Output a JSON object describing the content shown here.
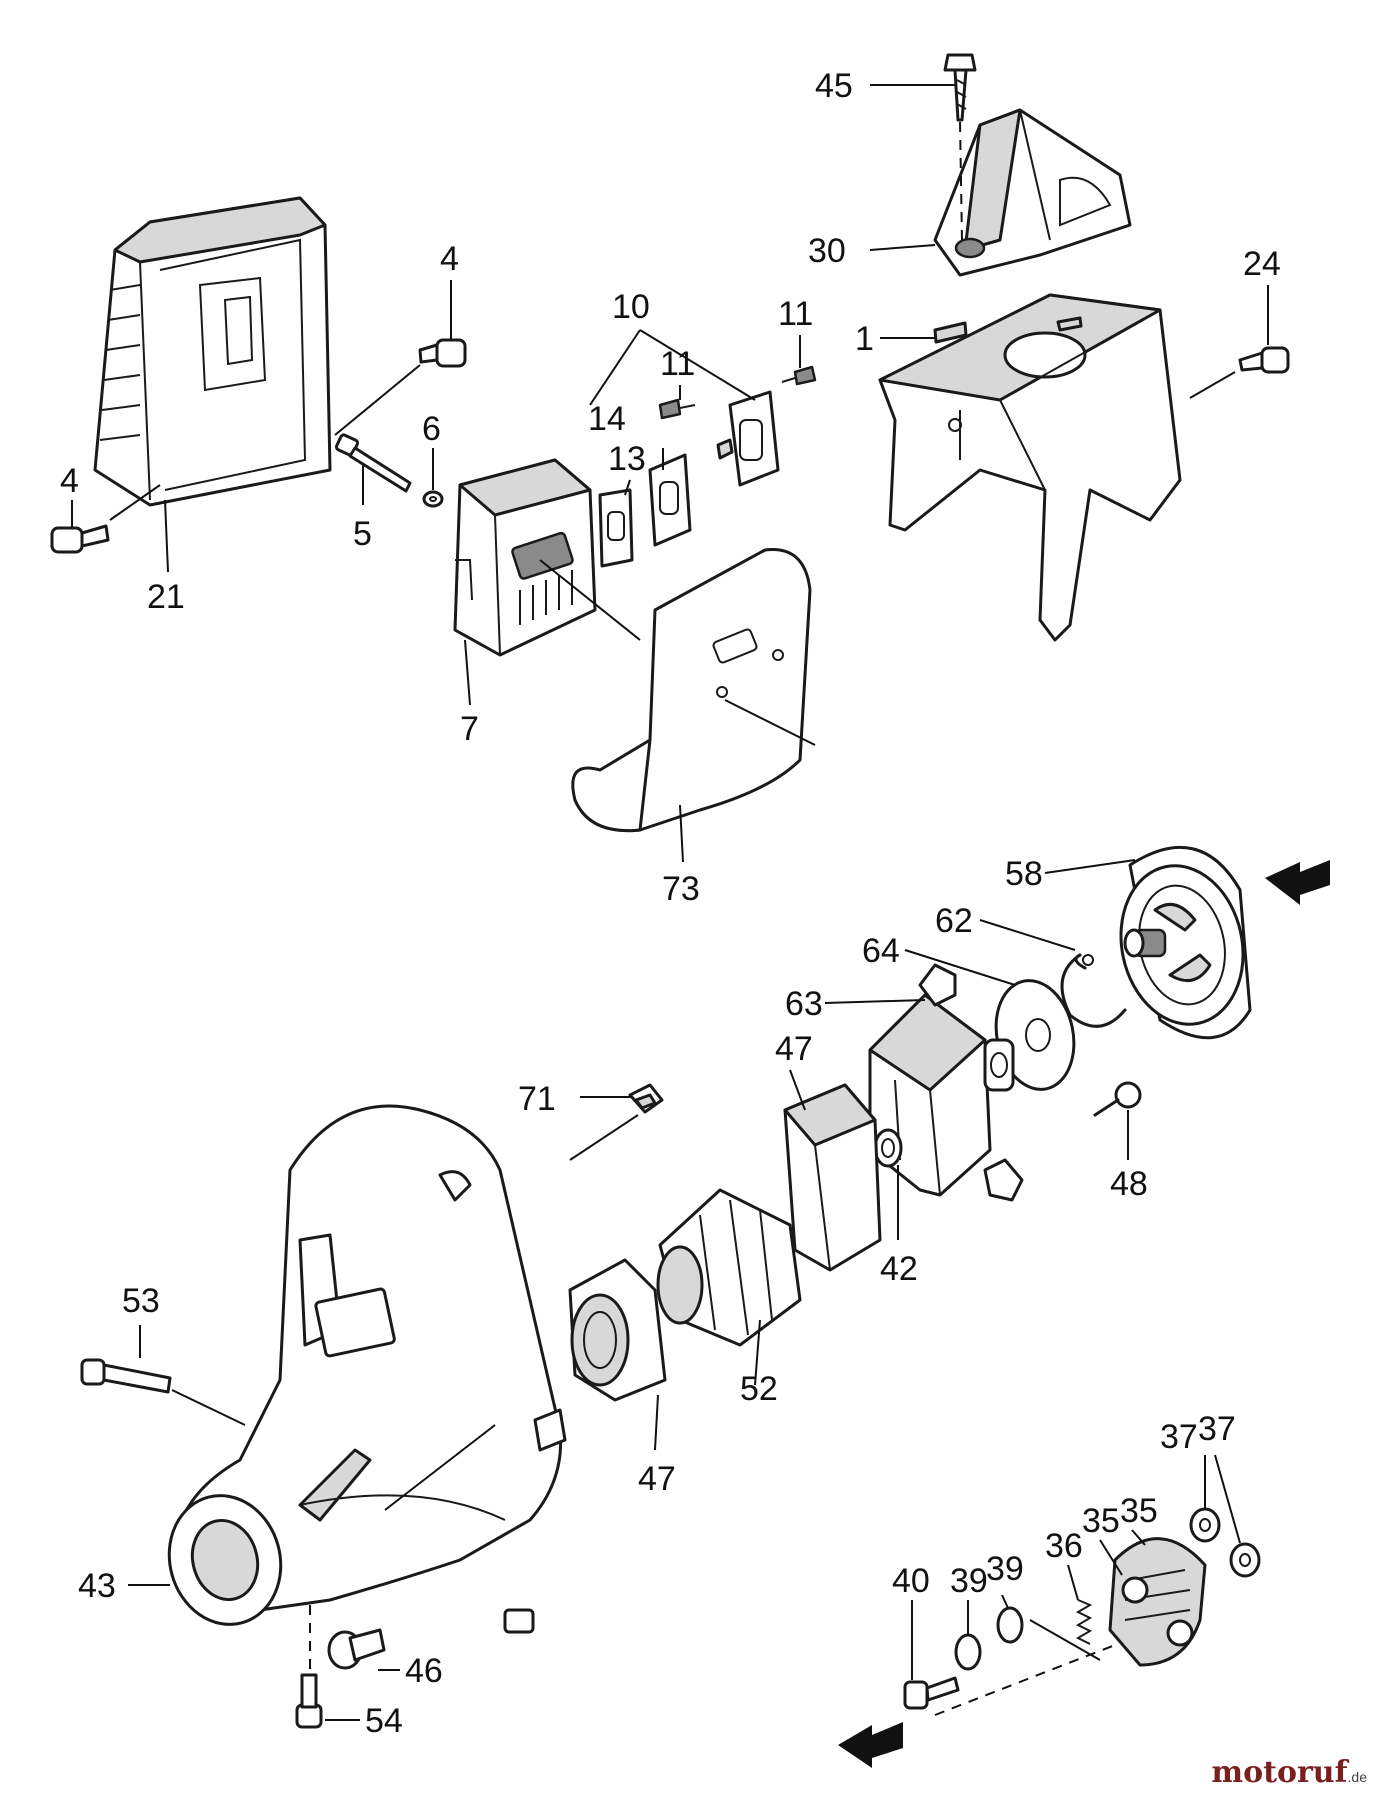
{
  "parts": {
    "p1": "1",
    "p4a": "4",
    "p4b": "4",
    "p5": "5",
    "p6": "6",
    "p7": "7",
    "p10": "10",
    "p11a": "11",
    "p11b": "11",
    "p13": "13",
    "p14": "14",
    "p21": "21",
    "p24": "24",
    "p30": "30",
    "p35a": "35",
    "p35b": "35",
    "p36": "36",
    "p37a": "37",
    "p37b": "37",
    "p39a": "39",
    "p39b": "39",
    "p40": "40",
    "p42": "42",
    "p43": "43",
    "p45": "45",
    "p46": "46",
    "p47a": "47",
    "p47b": "47",
    "p48": "48",
    "p52": "52",
    "p53": "53",
    "p54": "54",
    "p58": "58",
    "p62": "62",
    "p63": "63",
    "p64": "64",
    "p71": "71",
    "p73": "73"
  },
  "watermark": {
    "name": "motoruf",
    "suffix": ".de"
  }
}
